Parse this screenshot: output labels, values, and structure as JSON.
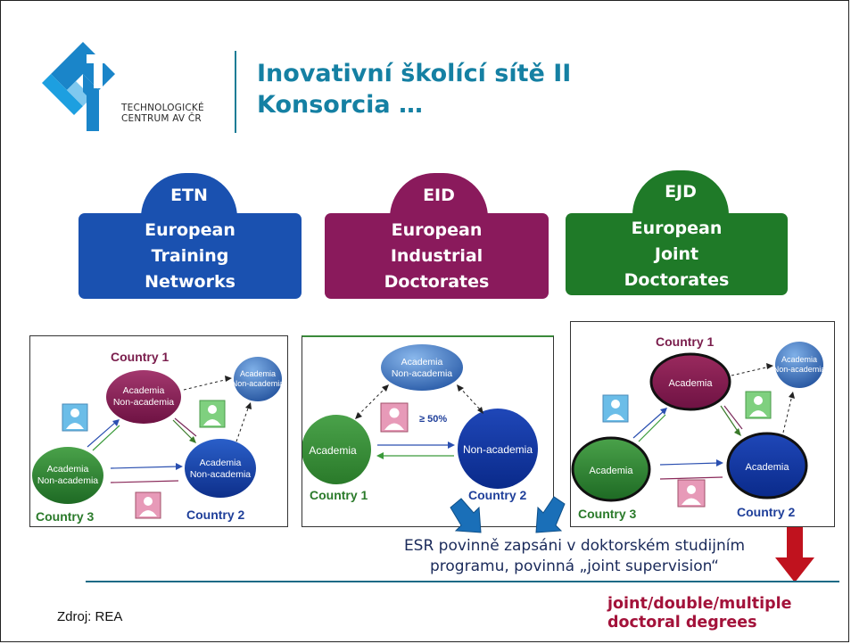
{
  "header": {
    "title_line1": "Inovativní školící sítě II",
    "title_line2": "Konsorcia …",
    "logo_line1": "TECHNOLOGICKÉ",
    "logo_line2": "CENTRUM AV ČR"
  },
  "categories": [
    {
      "abbr": "ETN",
      "lines": [
        "European",
        "Training",
        "Networks"
      ],
      "color": "#1a51b0"
    },
    {
      "abbr": "EID",
      "lines": [
        "European",
        "Industrial",
        "Doctorates"
      ],
      "color": "#8a1a5c"
    },
    {
      "abbr": "EJD",
      "lines": [
        "European",
        "Joint",
        "Doctorates"
      ],
      "color": "#1f7a28"
    }
  ],
  "diagram_etn": {
    "country1": "Country 1",
    "country2": "Country 2",
    "country3": "Country 3",
    "node_c1": [
      "Academia",
      "Non-academia"
    ],
    "node_top": [
      "Academia",
      "Non-academia"
    ],
    "node_c2": [
      "Academia",
      "Non-academia"
    ],
    "node_c3": [
      "Academia",
      "Non-academia"
    ]
  },
  "diagram_eid": {
    "top": [
      "Academia",
      "Non-academia"
    ],
    "left": "Academia",
    "right": "Non-academia",
    "share": "≥ 50%",
    "country1": "Country 1",
    "country2": "Country 2"
  },
  "diagram_ejd": {
    "country1": "Country 1",
    "country2": "Country 2",
    "country3": "Country 3",
    "node_c1": "Academia",
    "node_top": [
      "Academia",
      "Non-academia"
    ],
    "node_c2": "Academia",
    "node_c3": "Academia"
  },
  "esr_note_line1": "ESR povinně zapsáni v doktorském studijním",
  "esr_note_line2": "programu, povinná „joint supervision“",
  "source": "Zdroj: REA",
  "degrees_line1": "joint/double/multiple",
  "degrees_line2": "doctoral degrees",
  "colors": {
    "title": "#1580a3",
    "etn": "#1a51b0",
    "eid": "#8a1a5c",
    "ejd": "#1f7a28",
    "degrees": "#a3123a",
    "arrow_red": "#c0121e",
    "arrow_blue": "#1a6fb8"
  }
}
